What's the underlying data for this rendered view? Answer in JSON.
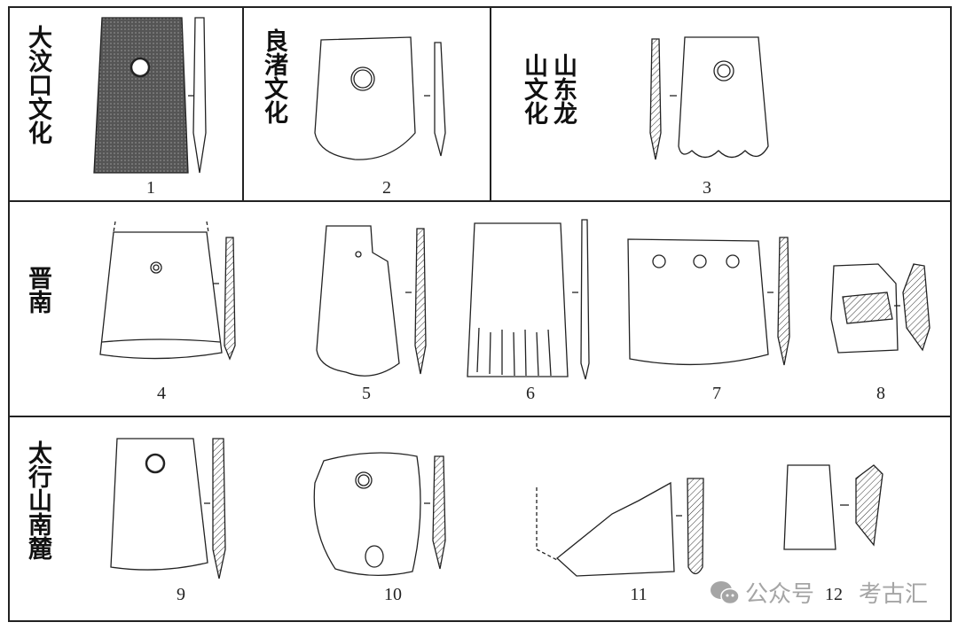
{
  "figure": {
    "rows": [
      {
        "cultures": [
          {
            "label": "大汶口文化",
            "items": [
              "1"
            ]
          },
          {
            "label": "良渚文化",
            "items": [
              "2"
            ]
          },
          {
            "label": "山东龙山文化",
            "items": [
              "3"
            ]
          }
        ]
      },
      {
        "label": "晋南",
        "items": [
          "4",
          "5",
          "6",
          "7",
          "8"
        ]
      },
      {
        "label": "太行山南麓",
        "items": [
          "9",
          "10",
          "11",
          "12"
        ]
      }
    ]
  },
  "watermark": {
    "prefix": "公众号",
    "name": "考古汇",
    "icon": "wechat-icon"
  }
}
